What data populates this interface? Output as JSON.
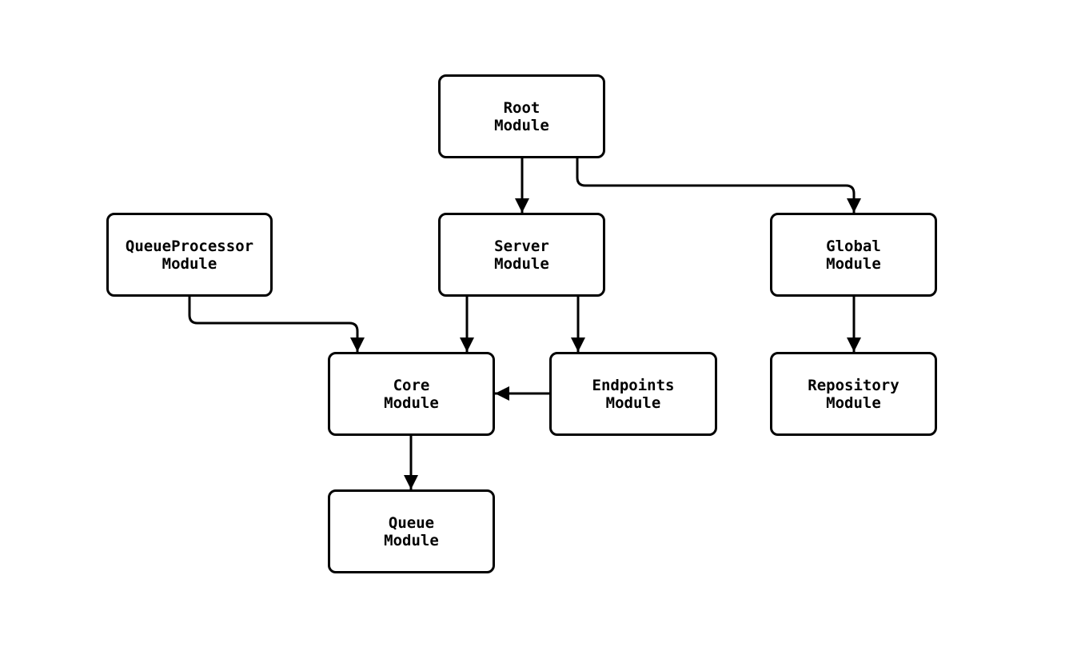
{
  "diagram": {
    "nodes": [
      {
        "id": "root",
        "label": "Root\nModule"
      },
      {
        "id": "queueprocessor",
        "label": "QueueProcessor\nModule"
      },
      {
        "id": "server",
        "label": "Server\nModule"
      },
      {
        "id": "global",
        "label": "Global\nModule"
      },
      {
        "id": "core",
        "label": "Core\nModule"
      },
      {
        "id": "endpoints",
        "label": "Endpoints\nModule"
      },
      {
        "id": "repository",
        "label": "Repository\nModule"
      },
      {
        "id": "queue",
        "label": "Queue\nModule"
      }
    ],
    "edges": [
      {
        "from": "root",
        "to": "server"
      },
      {
        "from": "root",
        "to": "global"
      },
      {
        "from": "queueprocessor",
        "to": "core"
      },
      {
        "from": "server",
        "to": "core"
      },
      {
        "from": "server",
        "to": "endpoints"
      },
      {
        "from": "endpoints",
        "to": "core"
      },
      {
        "from": "global",
        "to": "repository"
      },
      {
        "from": "core",
        "to": "queue"
      }
    ],
    "colors": {
      "background": "#ffffff",
      "node_fill": "#ffffff",
      "node_border": "#000000",
      "edge": "#000000",
      "text": "#000000"
    }
  }
}
